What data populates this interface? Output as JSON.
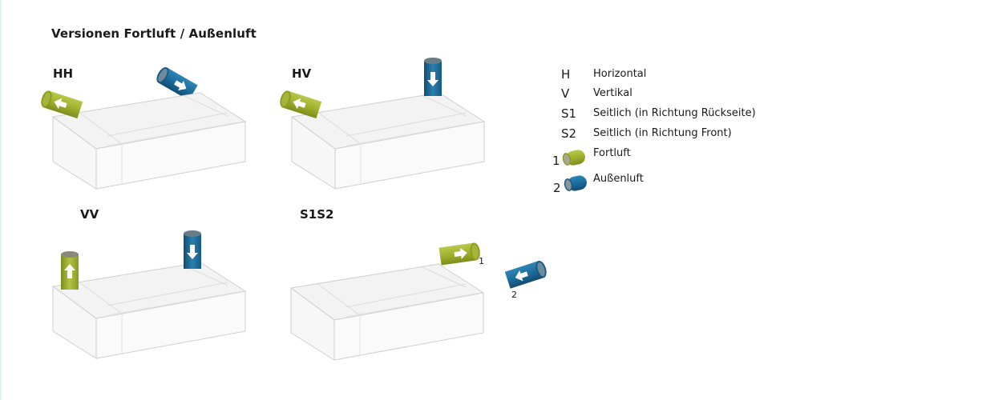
{
  "title": "Versionen Fortluft / Außenluft",
  "variants": [
    {
      "label": "HH"
    },
    {
      "label": "HV"
    },
    {
      "label": "VV"
    },
    {
      "label": "S1S2"
    }
  ],
  "callouts": {
    "one": "1",
    "two": "2"
  },
  "legend": {
    "abbreviations": [
      {
        "key": "H",
        "text": "Horizontal"
      },
      {
        "key": "V",
        "text": "Vertikal"
      },
      {
        "key": "S1",
        "text": "Seitlich (in Richtung Rückseite)"
      },
      {
        "key": "S2",
        "text": "Seitlich (in Richtung Front)"
      }
    ],
    "pipes": [
      {
        "number": "1",
        "text": "Fortluft",
        "color": "#9aab2a"
      },
      {
        "number": "2",
        "text": "Außenluft",
        "color": "#1d6c9c"
      }
    ]
  },
  "colors": {
    "fortluft": "#9aab2a",
    "aussenluft": "#1d6c9c",
    "box_edge": "#c9c9c9"
  }
}
